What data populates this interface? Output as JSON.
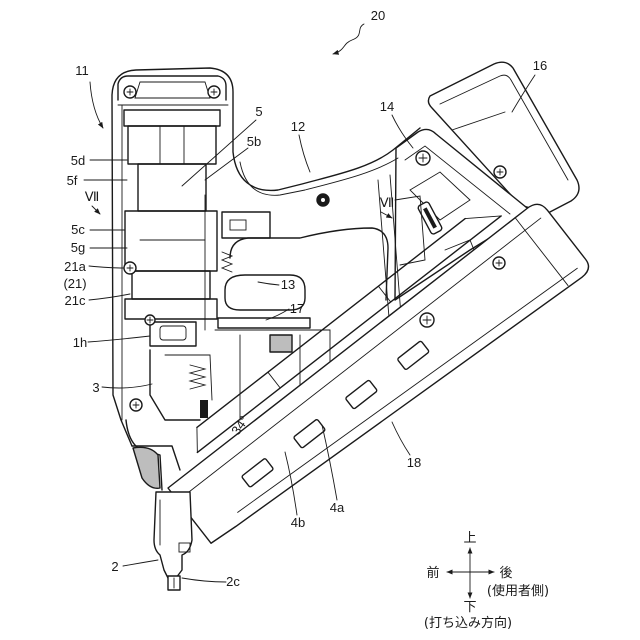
{
  "figure": {
    "reference_numerals": {
      "r20": "20",
      "r11": "11",
      "r16": "16",
      "r5": "5",
      "r12": "12",
      "r14": "14",
      "r5b": "5b",
      "r5d": "5d",
      "r5f": "5f",
      "r7_left": "Ⅶ",
      "r5c": "5c",
      "r5g": "5g",
      "r21a": "21a",
      "r21": "(21)",
      "r21c": "21c",
      "r13": "13",
      "r17": "17",
      "r7_right": "Ⅶ",
      "r1h": "1h",
      "r3": "3",
      "r4a": "4a",
      "r18": "18",
      "r4b": "4b",
      "r2": "2",
      "r2c": "2c"
    },
    "marking": "34°",
    "direction_indicator": {
      "up": "上",
      "front": "前",
      "rear": "後",
      "rear_note": "(使用者側)",
      "down": "下",
      "down_note": "(打ち込み方向)"
    }
  },
  "colors": {
    "line": "#1a1a1a",
    "background": "#ffffff",
    "shading": "#bdbdbd"
  }
}
